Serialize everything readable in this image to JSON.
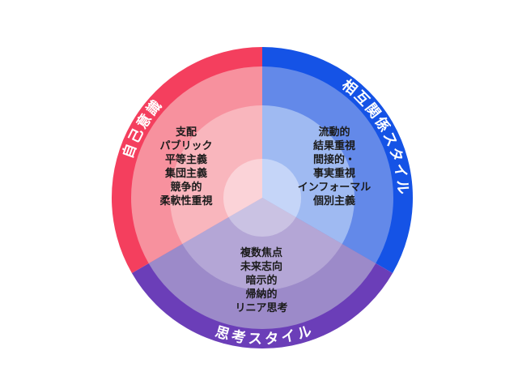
{
  "diagram": {
    "background_color": "#ffffff",
    "label_text_color": "#ffffff",
    "trait_text_color": "#1b1b1b",
    "segments": [
      {
        "id": "self-awareness",
        "label": "自己意識",
        "items": [
          "支配",
          "パブリック",
          "平等主義",
          "集団主義",
          "競争的",
          "柔軟性重視"
        ],
        "colors": {
          "ring": "#f43f5e",
          "outer": "#f7919e",
          "middle": "#f9b6bd",
          "inner": "#fbd3d8"
        }
      },
      {
        "id": "interpersonal-style",
        "label": "相互関係スタイル",
        "items": [
          "流動的",
          "結果重視",
          "間接的・",
          "事実重視",
          "インフォーマル",
          "個別主義"
        ],
        "colors": {
          "ring": "#1553e6",
          "outer": "#6389e9",
          "middle": "#9fbaf2",
          "inner": "#c5d5f8"
        }
      },
      {
        "id": "thinking-style",
        "label": "思考スタイル",
        "items": [
          "複数焦点",
          "未来志向",
          "暗示的",
          "帰納的",
          "リニア思考"
        ],
        "colors": {
          "ring": "#6b3eb8",
          "outer": "#9c8ac9",
          "middle": "#b4a6d6",
          "inner": "#cac2e3"
        }
      }
    ]
  }
}
